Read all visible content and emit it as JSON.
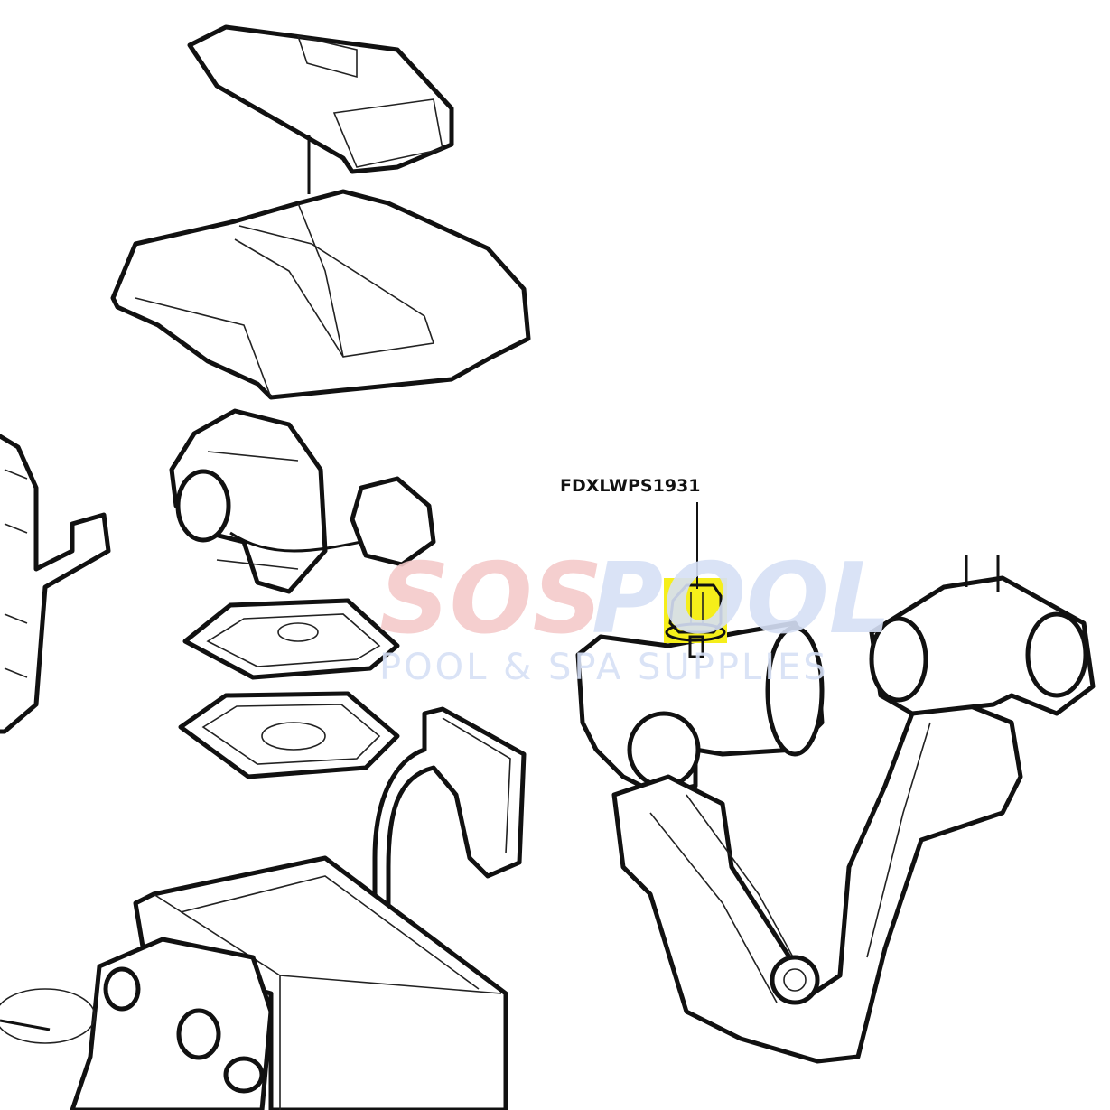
{
  "callout": {
    "part_number": "FDXLWPS1931",
    "highlight_color": "#f5ee1a"
  },
  "watermark": {
    "brand_left": "SOS",
    "brand_right": "POOL",
    "tagline": "POOL & SPA SUPPLIES",
    "color_left": "#f4caca",
    "color_right": "#d6e0f6"
  }
}
